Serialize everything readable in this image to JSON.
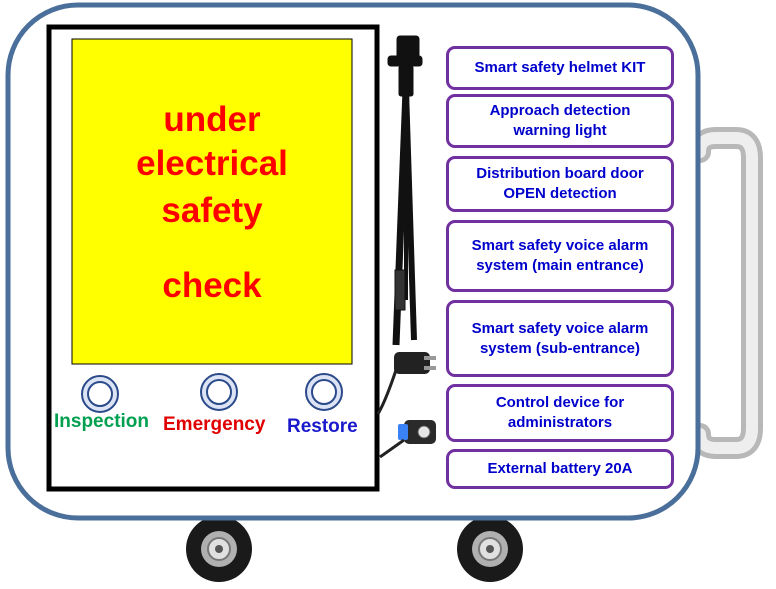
{
  "panel": {
    "line1": "under",
    "line2": "electrical",
    "line3": "safety",
    "line4": "check",
    "colors": {
      "screen": "#ffff00",
      "text": "#ff0000"
    }
  },
  "buttons": [
    {
      "label": "Inspection",
      "color": "#00a050"
    },
    {
      "label": "Emergency",
      "color": "#e00000"
    },
    {
      "label": "Restore",
      "color": "#1a1acc"
    }
  ],
  "labels": [
    "Smart safety helmet KIT",
    "Approach detection\nwarning light",
    "Distribution board door\nOPEN detection",
    "Smart safety voice alarm\nsystem (main entrance)",
    "Smart safety voice alarm\nsystem (sub-entrance)",
    "Control device for\nadministrators",
    "External battery 20A"
  ],
  "colors": {
    "cart_outline": "#4a6f9a",
    "label_border": "#7030a0",
    "label_text": "#0000cc"
  }
}
